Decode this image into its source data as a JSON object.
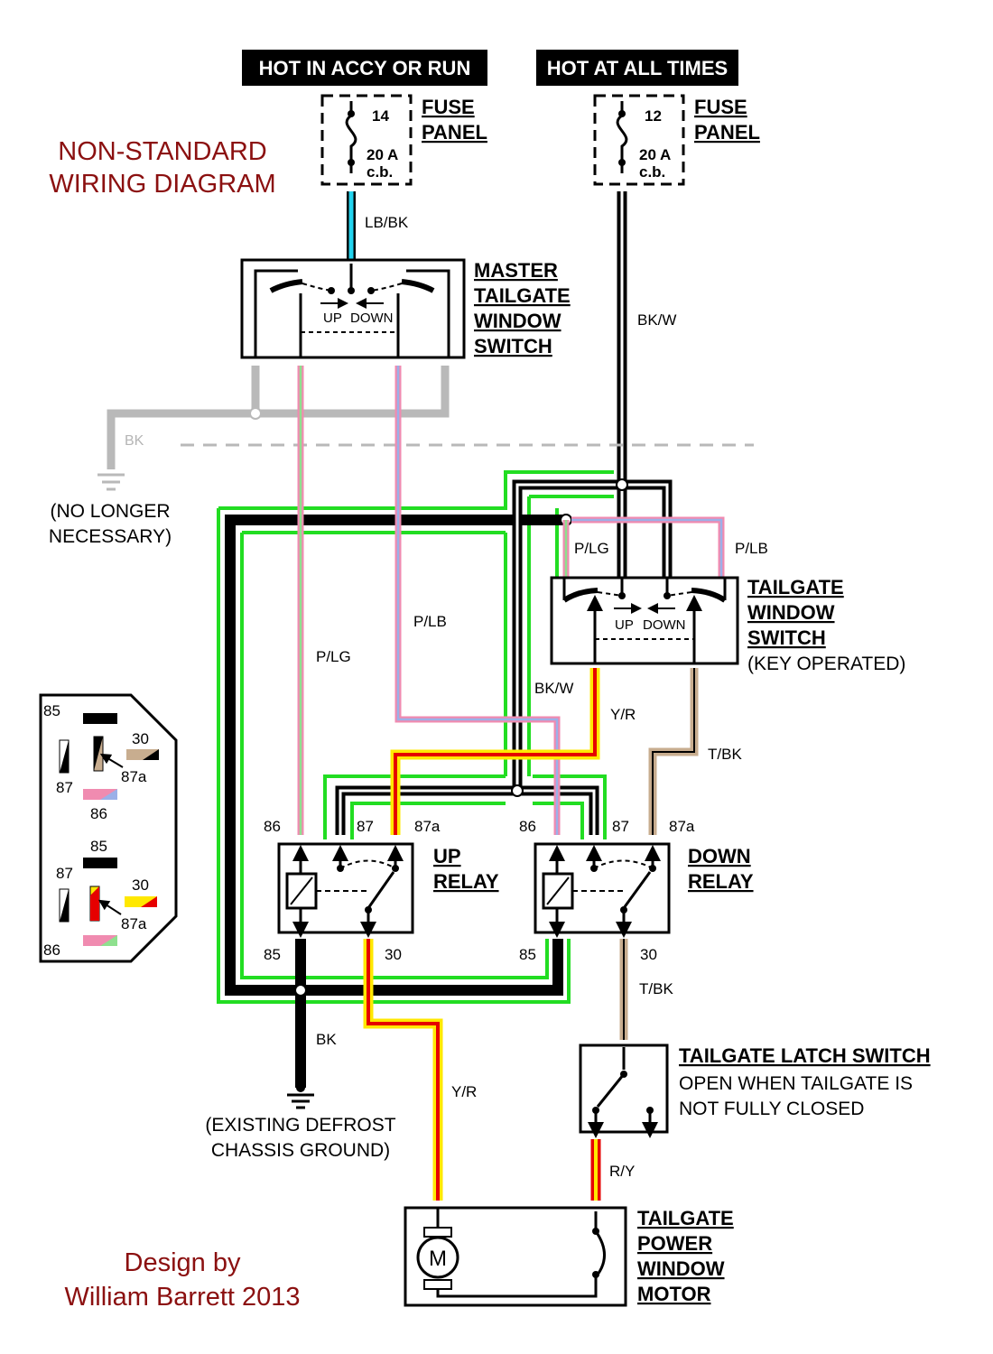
{
  "title": {
    "line1": "NON-STANDARD",
    "line2": "WIRING DIAGRAM"
  },
  "credit": {
    "line1": "Design by",
    "line2": "William Barrett 2013"
  },
  "headers": {
    "left": "HOT IN ACCY OR RUN",
    "right": "HOT AT ALL TIMES"
  },
  "fuses": {
    "left": {
      "number": "14",
      "rating": "20 A",
      "type": "c.b.",
      "label1": "FUSE",
      "label2": "PANEL"
    },
    "right": {
      "number": "12",
      "rating": "20 A",
      "type": "c.b.",
      "label1": "FUSE",
      "label2": "PANEL"
    }
  },
  "master_switch": {
    "line1": "MASTER",
    "line2": "TAILGATE",
    "line3": "WINDOW",
    "line4": "SWITCH",
    "up": "UP",
    "down": "DOWN"
  },
  "tailgate_switch": {
    "line1": "TAILGATE",
    "line2": "WINDOW",
    "line3": "SWITCH",
    "line4": "(KEY OPERATED)",
    "up": "UP",
    "down": "DOWN"
  },
  "up_relay": {
    "line1": "UP",
    "line2": "RELAY",
    "pin86": "86",
    "pin87": "87",
    "pin87a": "87a",
    "pin85": "85",
    "pin30": "30"
  },
  "down_relay": {
    "line1": "DOWN",
    "line2": "RELAY",
    "pin86": "86",
    "pin87": "87",
    "pin87a": "87a",
    "pin85": "85",
    "pin30": "30"
  },
  "latch_switch": {
    "title": "TAILGATE LATCH SWITCH",
    "note1": "OPEN WHEN TAILGATE IS",
    "note2": "NOT FULLY CLOSED"
  },
  "motor": {
    "symbol": "M",
    "line1": "TAILGATE",
    "line2": "POWER",
    "line3": "WINDOW",
    "line4": "MOTOR"
  },
  "ground_notes": {
    "old1": "(NO LONGER",
    "old2": "NECESSARY)",
    "new1": "(EXISTING DEFROST",
    "new2": "CHASSIS GROUND)"
  },
  "wires": {
    "lb_bk": "LB/BK",
    "bk_w_1": "BK/W",
    "bk_gray": "BK",
    "p_lg_1": "P/LG",
    "p_lb_1": "P/LB",
    "p_lg_2": "P/LG",
    "p_lb_2": "P/LB",
    "bk_w_2": "BK/W",
    "y_r_1": "Y/R",
    "t_bk_1": "T/BK",
    "t_bk_2": "T/BK",
    "bk_2": "BK",
    "y_r_2": "Y/R",
    "r_y": "R/Y"
  },
  "connector": {
    "top": {
      "p85": "85",
      "p30": "30",
      "p87": "87",
      "p87a": "87a",
      "p86": "86"
    },
    "bottom": {
      "p85": "85",
      "p87": "87",
      "p30": "30",
      "p87a": "87a",
      "p86": "86"
    }
  },
  "colors": {
    "black": "#000000",
    "light_blue": "#22d3ee",
    "pink": "#f08bb0",
    "light_green": "#8ee08e",
    "lavender": "#9bb0e8",
    "yellow": "#ffe800",
    "red": "#e60000",
    "tan": "#c8ad8f",
    "green_outline": "#22dd22",
    "gray": "#b9b9b9",
    "title_red": "#8b1010"
  }
}
